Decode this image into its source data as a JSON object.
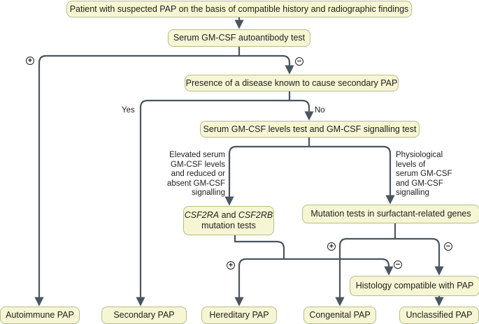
{
  "nodes": {
    "start": "Patient with suspected PAP on the basis of compatible history and radiographic findings",
    "autoantibody_test": "Serum GM-CSF autoantibody test",
    "secondary_disease": "Presence of a disease known to cause secondary PAP",
    "levels_signalling_test": "Serum GM-CSF levels test and GM-CSF signalling test",
    "csf2_mutation": {
      "gene_a": "CSF2RA",
      "and": " and ",
      "gene_b": "CSF2RB",
      "rest": "mutation tests"
    },
    "surfactant_mutation": "Mutation tests in surfactant-related genes",
    "histology": "Histology compatible with PAP",
    "autoimmune": "Autoimmune PAP",
    "secondary": "Secondary PAP",
    "hereditary": "Hereditary PAP",
    "congenital": "Congenital PAP",
    "unclassified": "Unclassified PAP"
  },
  "edge_labels": {
    "yes": "Yes",
    "no": "No",
    "elevated": "Elevated serum\nGM-CSF levels\nand reduced or\nabsent GM-CSF\nsignalling",
    "physiological": "Physiological\nlevels of\nserum GM-CSF\nand GM-CSF\nsignalling"
  },
  "signs": {
    "positive": "+",
    "negative": "−"
  },
  "colors": {
    "node_fill": "#f6f6d4",
    "node_border": "#b7bc8a",
    "connector": "#4a5560"
  }
}
